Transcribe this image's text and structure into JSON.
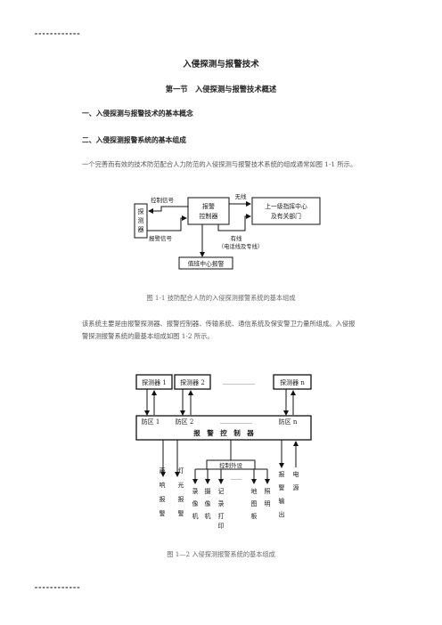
{
  "page": {
    "top_rule": "------------",
    "bottom_rule": "------------",
    "title": "入侵探测与报警技术",
    "section_title": "第一节　入侵探测与报警技术概述",
    "heading_1": "一、入侵探测与报警技术的基本概念",
    "heading_2": "二、入侵探测报警系统的基本组成",
    "paragraph_1": "一个完善而有效的技术防范配合人力防范的入侵探测与报警技术系统的组成通常如图 1-1 所示。",
    "caption_1": "图 1-1  技防配合人防的入侵探测报警系统的基本组成",
    "paragraph_2_line_1": "该系统主要是由报警探测器、报警控制器、传输系统、通信系统及保安警卫力量所组成。入侵报",
    "paragraph_2_line_2": "警探测报警系统的最基本组成如图 1-2 所示。",
    "caption_2": "图 1—2  入侵探测报警系统的基本组成"
  },
  "figure_1": {
    "detector": [
      "探",
      "测",
      "器"
    ],
    "control_signal": "控制信号",
    "alarm_signal": "报警信号",
    "controller_line_1": "报警",
    "controller_line_2": "控制器",
    "wireless": "无线",
    "wired": "有线",
    "wired_note": "（电话线及专线）",
    "command_line_1": "上一级指挥中心",
    "command_line_2": "及有关部门",
    "duty_center": "值班中心报警"
  },
  "figure_2": {
    "detector_1": "探测器 1",
    "detector_2": "探测器 2",
    "detector_dots": "………………",
    "detector_n": "探测器 n",
    "zone_1": "防区 1",
    "zone_2": "防区 2",
    "zone_dots": "………………",
    "zone_n": "防区 n",
    "controller": "报　警　控　制　器",
    "peripherals": "控制外设",
    "peripheral_dots": "……",
    "outputs": [
      [
        "声",
        "响",
        "报",
        "警"
      ],
      [
        "灯",
        "光",
        "报",
        "警"
      ],
      [
        "录",
        "像",
        "机"
      ],
      [
        "摄",
        "像",
        "机"
      ],
      [
        "记",
        "录",
        "打",
        "印"
      ],
      [
        "地",
        "图",
        "板"
      ],
      [
        "照",
        "明"
      ],
      [
        "报",
        "警",
        "输",
        "出"
      ],
      [
        "电",
        "源"
      ]
    ]
  }
}
